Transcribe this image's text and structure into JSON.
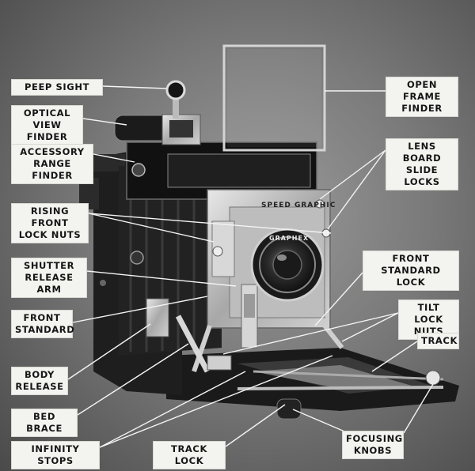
{
  "labels": {
    "peep_sight": "PEEP SIGHT",
    "optical_view_finder": "OPTICAL\nVIEW FINDER",
    "accessory_range_finder": "ACCESSORY\nRANGE FINDER",
    "rising_front_lock_nuts": "RISING FRONT\nLOCK NUTS",
    "shutter_release_arm": "SHUTTER\nRELEASE ARM",
    "front_standard": "FRONT\nSTANDARD",
    "body_release": "BODY\nRELEASE",
    "bed_brace": "BED BRACE",
    "infinity_stops": "INFINITY STOPS",
    "track_lock": "TRACK LOCK",
    "focusing_knobs": "FOCUSING\nKNOBS",
    "open_frame_finder": "OPEN FRAME\nFINDER",
    "lens_board_slide_locks": "LENS BOARD\nSLIDE LOCKS",
    "front_standard_lock": "FRONT STANDARD\nLOCK",
    "tilt_lock_nuts": "TILT LOCK\nNUTS",
    "track": "TRACK"
  },
  "camera": {
    "nameplate": "SPEED GRAPHIC",
    "lens_brand": "GRAPHEX"
  },
  "colors": {
    "label_bg": "#f3f3f0",
    "leader_line": "#f4f4f4",
    "camera_body": "#1e1e1e",
    "chrome": "#c9c9c9"
  }
}
